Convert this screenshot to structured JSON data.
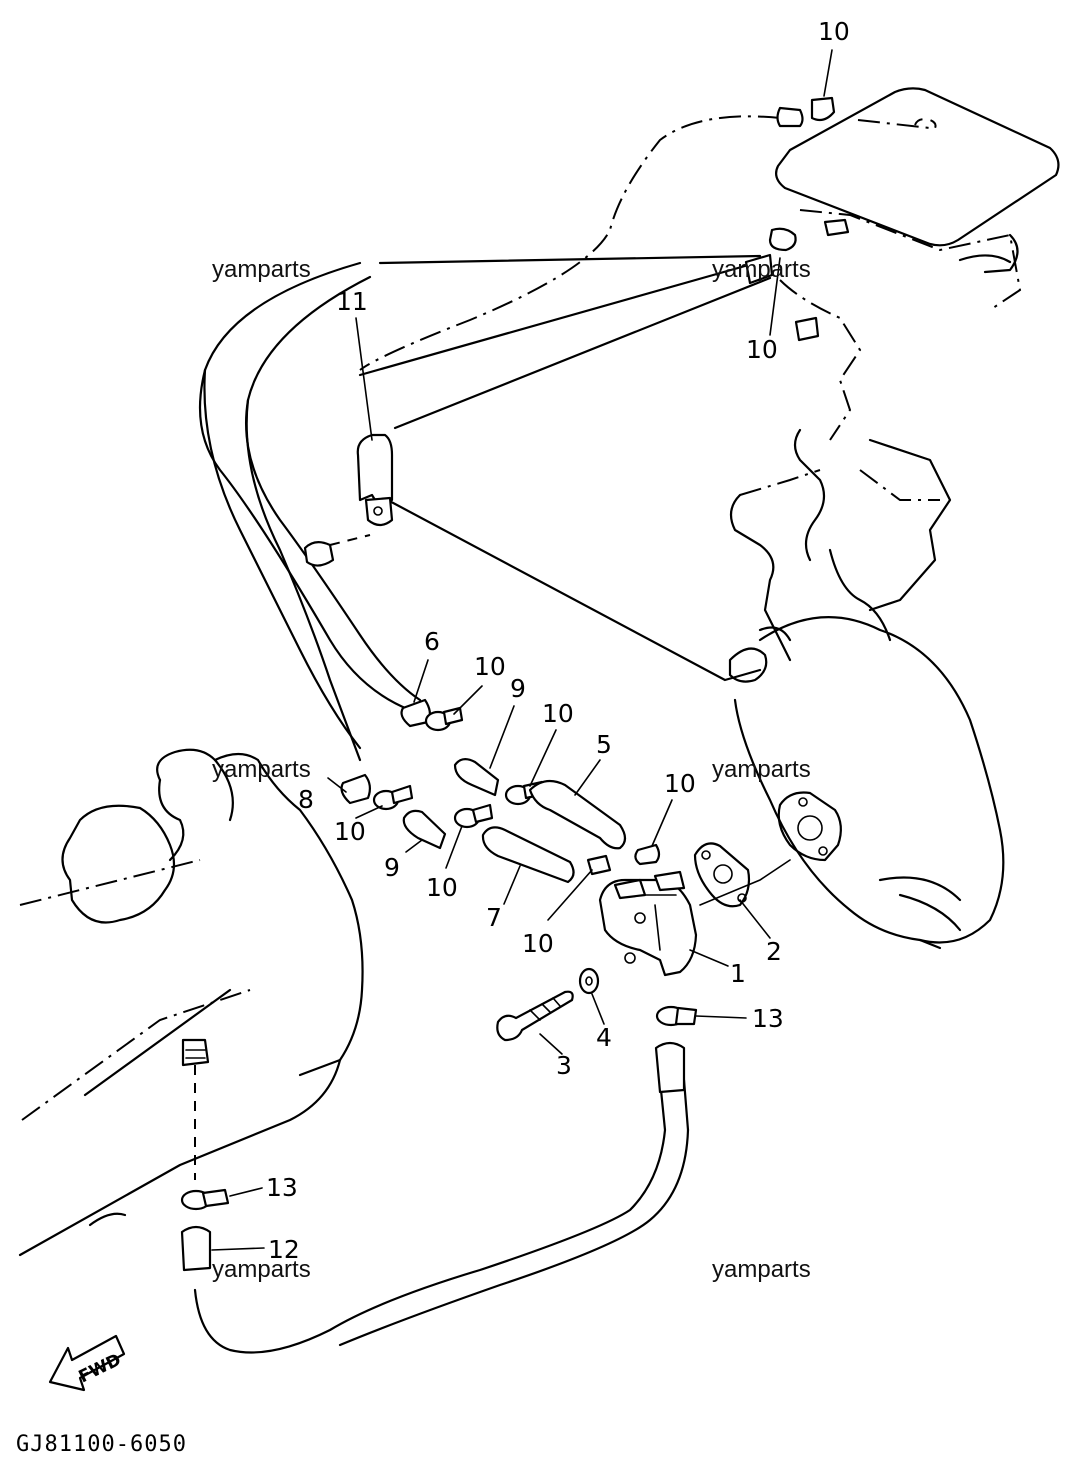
{
  "callouts": {
    "c10_top": "10",
    "c10_right": "10",
    "c11": "11",
    "c6": "6",
    "c10_a": "10",
    "c9_a": "9",
    "c10_b": "10",
    "c5": "5",
    "c10_c": "10",
    "c8": "8",
    "c10_d": "10",
    "c9_b": "9",
    "c10_e": "10",
    "c7": "7",
    "c10_f": "10",
    "c2": "2",
    "c1": "1",
    "c13_a": "13",
    "c4": "4",
    "c3": "3",
    "c13_b": "13",
    "c12": "12"
  },
  "watermarks": [
    "yamparts",
    "yamparts",
    "yamparts",
    "yamparts",
    "yamparts",
    "yamparts"
  ],
  "direction_marker": "FWD",
  "drawing_code": "GJ81100-6050"
}
